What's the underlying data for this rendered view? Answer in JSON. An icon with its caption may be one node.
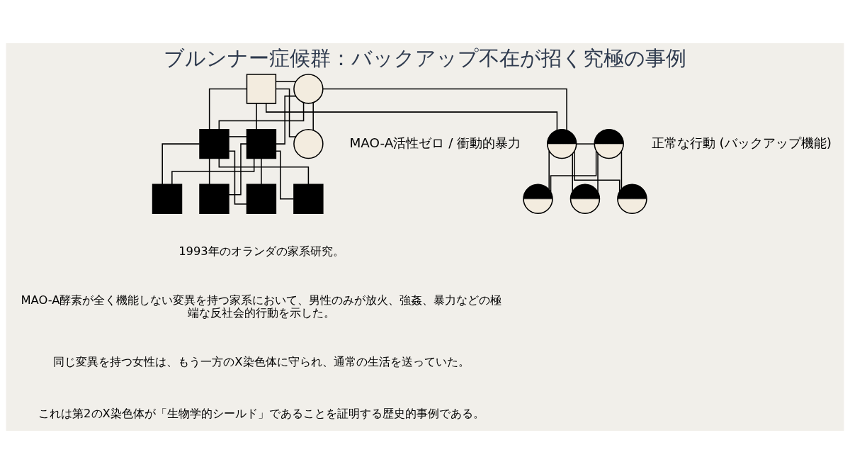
{
  "diagram": {
    "title": "ブルンナー症候群：バックアップ不在が招く究極の事例",
    "nodes": [
      {
        "text": [],
        "shape": "box"
      },
      {
        "text": [],
        "shape": "circle"
      },
      {
        "text": [],
        "shape": "box"
      },
      {
        "text": [],
        "shape": "box"
      },
      {
        "text": [],
        "shape": "circle"
      },
      {
        "text": [],
        "shape": "circle"
      },
      {
        "text": [],
        "shape": "circle"
      },
      {
        "text": [],
        "shape": "box"
      },
      {
        "text": [],
        "shape": "box"
      },
      {
        "text": [],
        "shape": "box"
      },
      {
        "text": [],
        "shape": "box"
      },
      {
        "text": [],
        "shape": "circle"
      },
      {
        "text": [],
        "shape": "circle"
      },
      {
        "text": [],
        "shape": "circle"
      }
    ],
    "edges": [
      {
        "from": 0,
        "to": 1,
        "arrow": "none"
      },
      {
        "from": 0,
        "to": 2,
        "arrow": "none"
      },
      {
        "from": 1,
        "to": 2,
        "arrow": "none"
      },
      {
        "from": 0,
        "to": 3,
        "arrow": "none"
      },
      {
        "from": 1,
        "to": 3,
        "arrow": "none"
      },
      {
        "from": 0,
        "to": 4,
        "arrow": "none"
      },
      {
        "from": 1,
        "to": 4,
        "arrow": "none"
      },
      {
        "from": 0,
        "to": 5,
        "arrow": "none"
      },
      {
        "from": 1,
        "to": 5,
        "arrow": "none"
      },
      {
        "from": 2,
        "to": 3,
        "arrow": "none"
      },
      {
        "from": 5,
        "to": 6,
        "arrow": "none"
      },
      {
        "from": 2,
        "to": 7,
        "arrow": "none"
      },
      {
        "from": 3,
        "to": 7,
        "arrow": "none"
      },
      {
        "from": 2,
        "to": 8,
        "arrow": "none"
      },
      {
        "from": 3,
        "to": 8,
        "arrow": "none"
      },
      {
        "from": 2,
        "to": 9,
        "arrow": "none"
      },
      {
        "from": 3,
        "to": 9,
        "arrow": "none"
      },
      {
        "from": 2,
        "to": 10,
        "arrow": "none"
      },
      {
        "from": 3,
        "to": 10,
        "arrow": "none"
      },
      {
        "from": 5,
        "to": 11,
        "arrow": "none"
      },
      {
        "from": 6,
        "to": 11,
        "arrow": "none"
      },
      {
        "from": 5,
        "to": 12,
        "arrow": "none"
      },
      {
        "from": 6,
        "to": 12,
        "arrow": "none"
      },
      {
        "from": 5,
        "to": 13,
        "arrow": "none"
      },
      {
        "from": 6,
        "to": 13,
        "arrow": "none"
      }
    ],
    "labels": [
      "MAO-A活性ゼロ / 衝動的暴力",
      "正常な行動 (バックアップ機能)",
      "1993年のオランダの家系研究。",
      "MAO-A酵素が全く機能しない変異を持つ家系において、男性のみが放火、強姦、暴力などの極端な反社会的行動を示した。",
      "同じ変異を持つ女性は、もう一方のX染色体に守られ、通常の生活を送っていた。",
      "これは第2のX染色体が「生物学的シールド」であることを証明する歴史的事例である。"
    ]
  }
}
